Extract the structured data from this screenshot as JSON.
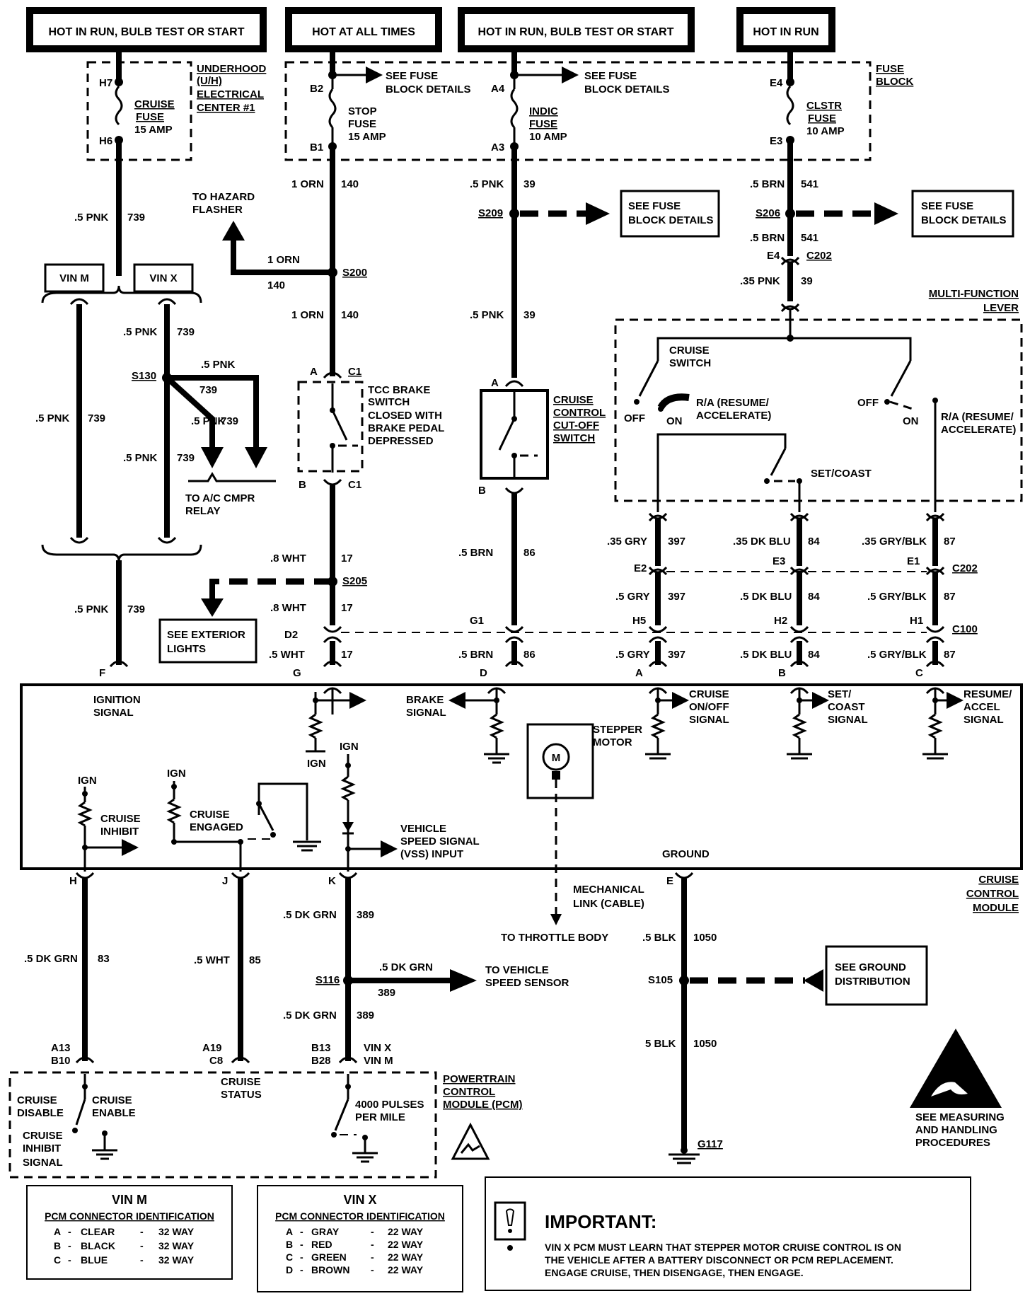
{
  "headers": [
    "HOT IN RUN, BULB TEST OR START",
    "HOT AT ALL TIMES",
    "HOT IN RUN, BULB TEST OR START",
    "HOT IN RUN"
  ],
  "fuses": {
    "underhood": {
      "pin_top": "H7",
      "pin_bot": "H6",
      "name": "CRUISE",
      "name2": "FUSE",
      "amp": "15 AMP",
      "center": [
        "UNDERHOOD",
        "(U/H)",
        "ELECTRICAL",
        "CENTER #1"
      ]
    },
    "stop": {
      "pin_top": "B2",
      "pin_bot": "B1",
      "name": "STOP",
      "name2": "FUSE",
      "amp": "15 AMP"
    },
    "indic": {
      "pin_top": "A4",
      "pin_bot": "A3",
      "name": "INDIC",
      "name2": "FUSE",
      "amp": "10 AMP"
    },
    "clstr": {
      "pin_top": "E4",
      "pin_bot": "E3",
      "name": "CLSTR",
      "name2": "FUSE",
      "amp": "10 AMP"
    },
    "block_label": [
      "FUSE",
      "BLOCK"
    ],
    "see_details": [
      "SEE FUSE",
      "BLOCK DETAILS"
    ]
  },
  "wires": {
    "w1": ".5 PNK",
    "w1n": "739",
    "w2": "1 ORN",
    "w2n": "140",
    "w3": ".5 PNK",
    "w3n": "39",
    "w4": ".5 BRN",
    "w4n": "541",
    "w5": ".35 PNK",
    "w5n": "39",
    "w6": ".8 WHT",
    "w6n": "17",
    "w7": ".5 WHT",
    "w7n": "17",
    "w8": ".5 BRN",
    "w8n": "86",
    "w9": ".35 GRY",
    "w9n": "397",
    "w10": ".35 DK BLU",
    "w10n": "84",
    "w11": ".35 GRY/BLK",
    "w11n": "87",
    "w12": ".5 GRY",
    "w12n": "397",
    "w13": ".5 DK BLU",
    "w13n": "84",
    "w14": ".5 GRY/BLK",
    "w14n": "87",
    "w15": ".5 DK GRN",
    "w15n": "83",
    "w16": ".5 WHT",
    "w16n": "85",
    "w17": ".5 DK GRN",
    "w17n": "389",
    "w18": ".5 BLK",
    "w18n": "1050",
    "w19": "5 BLK",
    "w19n": "1050"
  },
  "splices": {
    "s200": "S200",
    "s209": "S209",
    "s206": "S206",
    "s130": "S130",
    "s205": "S205",
    "s116": "S116",
    "s105": "S105"
  },
  "connectors": {
    "c1": "C1",
    "c202": "C202",
    "c100": "C100",
    "e4": "E4",
    "a": "A",
    "b": "B",
    "e2": "E2",
    "e3": "E3",
    "e1": "E1",
    "d2": "D2",
    "g1": "G1",
    "h5": "H5",
    "h2": "H2",
    "h1": "H1",
    "f": "F",
    "g": "G",
    "d": "D",
    "c": "C",
    "h": "H",
    "j": "J",
    "k": "K",
    "e": "E",
    "a13": "A13",
    "b10": "B10",
    "a19": "A19",
    "c8": "C8",
    "b13": "B13",
    "b28": "B28",
    "vinx": "VIN X",
    "vinm": "VIN M",
    "g117": "G117"
  },
  "labels": {
    "hazard": [
      "TO HAZARD",
      "FLASHER"
    ],
    "vin_m": "VIN M",
    "vin_x": "VIN X",
    "tcc": [
      "TCC BRAKE",
      "SWITCH",
      "CLOSED WITH",
      "BRAKE PEDAL",
      "DEPRESSED"
    ],
    "cutoff": [
      "CRUISE",
      "CONTROL",
      "CUT-OFF",
      "SWITCH"
    ],
    "mfl": [
      "MULTI-FUNCTION",
      "LEVER"
    ],
    "cruise_switch": [
      "CRUISE",
      "SWITCH"
    ],
    "off": "OFF",
    "on": "ON",
    "ra": [
      "R/A (RESUME/",
      "ACCELERATE)"
    ],
    "ra2": [
      "R/A (RESUME/",
      "ACCELERATE)"
    ],
    "setcoast": "SET/COAST",
    "ac": [
      "TO A/C CMPR",
      "RELAY"
    ],
    "ext": [
      "SEE EXTERIOR",
      "LIGHTS"
    ],
    "ign_sig": [
      "IGNITION",
      "SIGNAL"
    ],
    "brake_sig": [
      "BRAKE",
      "SIGNAL"
    ],
    "stepper": [
      "STEPPER",
      "MOTOR"
    ],
    "motor_m": "M",
    "on_off": [
      "CRUISE",
      "ON/OFF",
      "SIGNAL"
    ],
    "set_sig": [
      "SET/",
      "COAST",
      "SIGNAL"
    ],
    "res_sig": [
      "RESUME/",
      "ACCEL",
      "SIGNAL"
    ],
    "ign": "IGN",
    "inhibit": [
      "CRUISE",
      "INHIBIT"
    ],
    "engaged": [
      "CRUISE",
      "ENGAGED"
    ],
    "vss": [
      "VEHICLE",
      "SPEED SIGNAL",
      "(VSS) INPUT"
    ],
    "ground": "GROUND",
    "ccm": [
      "CRUISE",
      "CONTROL",
      "MODULE"
    ],
    "mech": [
      "MECHANICAL",
      "LINK (CABLE)"
    ],
    "throttle": "TO THROTTLE BODY",
    "to_vss": [
      "TO VEHICLE",
      "SPEED SENSOR"
    ],
    "see_ground": [
      "SEE GROUND",
      "DISTRIBUTION"
    ],
    "pcm": [
      "POWERTRAIN",
      "CONTROL",
      "MODULE (PCM)"
    ],
    "disable": [
      "CRUISE",
      "DISABLE"
    ],
    "enable": [
      "CRUISE",
      "ENABLE"
    ],
    "inh_sig": [
      "CRUISE",
      "INHIBIT",
      "SIGNAL"
    ],
    "status": [
      "CRUISE",
      "STATUS"
    ],
    "pulses": [
      "4000 PULSES",
      "PER MILE"
    ],
    "esd": [
      "SEE MEASURING",
      "AND HANDLING",
      "PROCEDURES"
    ]
  },
  "tables": {
    "vinm": {
      "title": "VIN M",
      "subtitle": "PCM CONNECTOR IDENTIFICATION",
      "rows": [
        [
          "A",
          "-",
          "CLEAR",
          "-",
          "32 WAY"
        ],
        [
          "B",
          "-",
          "BLACK",
          "-",
          "32 WAY"
        ],
        [
          "C",
          "-",
          "BLUE",
          "-",
          "32 WAY"
        ]
      ]
    },
    "vinx": {
      "title": "VIN X",
      "subtitle": "PCM CONNECTOR IDENTIFICATION",
      "rows": [
        [
          "A",
          "-",
          "GRAY",
          "-",
          "22 WAY"
        ],
        [
          "B",
          "-",
          "RED",
          "-",
          "22 WAY"
        ],
        [
          "C",
          "-",
          "GREEN",
          "-",
          "22 WAY"
        ],
        [
          "D",
          "-",
          "BROWN",
          "-",
          "22 WAY"
        ]
      ]
    }
  },
  "important": {
    "title": "IMPORTANT:",
    "lines": [
      "VIN X PCM MUST LEARN THAT STEPPER MOTOR CRUISE CONTROL IS ON",
      "THE VEHICLE AFTER A BATTERY DISCONNECT OR PCM REPLACEMENT.",
      "ENGAGE CRUISE, THEN DISENGAGE, THEN ENGAGE."
    ]
  }
}
